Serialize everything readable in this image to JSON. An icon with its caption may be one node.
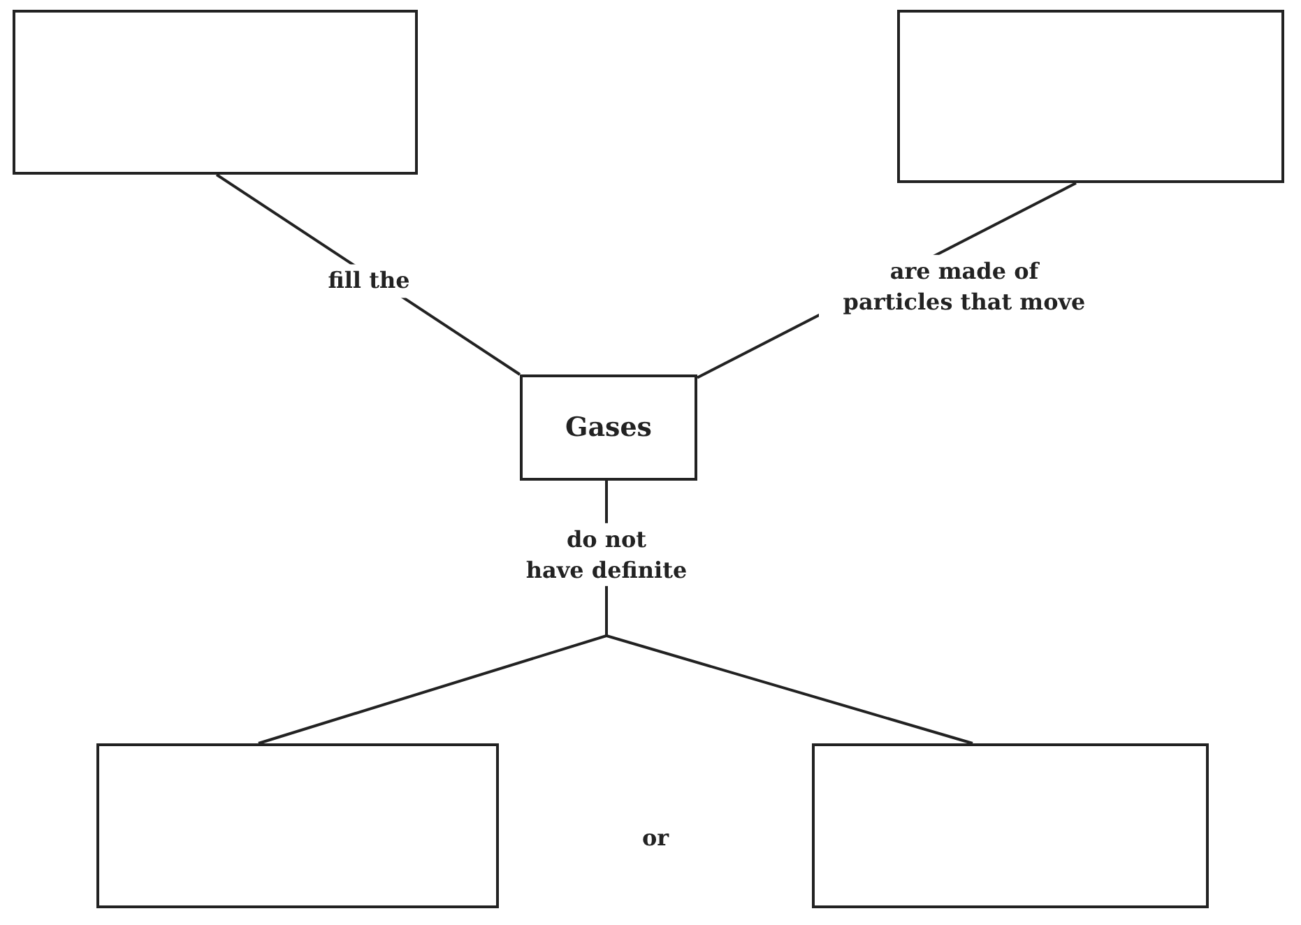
{
  "diagram": {
    "nodes": [
      {
        "text": [],
        "shape": "box"
      },
      {
        "text": [],
        "shape": "box"
      },
      {
        "text": [
          "Gases"
        ]
      },
      {
        "text": [],
        "shape": "box"
      },
      {
        "text": [],
        "shape": "box"
      }
    ],
    "edges": [
      {
        "from": 2,
        "to": 0,
        "arrow": "none",
        "label": "fill the"
      },
      {
        "from": 2,
        "to": 1,
        "arrow": "none",
        "label": "are made of particles that move"
      },
      {
        "from": 2,
        "to": 3,
        "arrow": "none",
        "label": "do not have definite"
      },
      {
        "from": 2,
        "to": 4,
        "arrow": "none"
      }
    ],
    "labels": [
      "or"
    ]
  }
}
